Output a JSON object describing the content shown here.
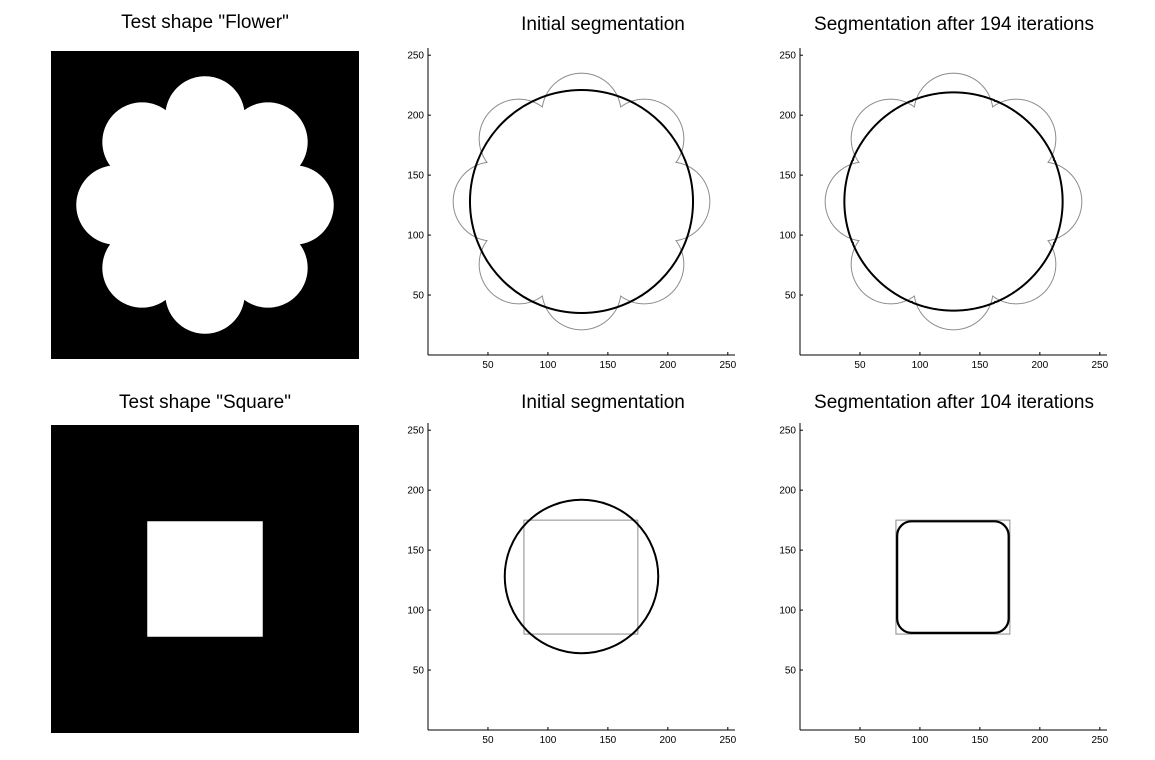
{
  "chart_data": [
    {
      "type": "image",
      "title": "Test shape \"Flower\"",
      "shape": "flower",
      "image_size": [
        256,
        256
      ],
      "center": [
        128,
        128
      ],
      "petal_count": 8,
      "petal_radius": 33,
      "petal_center_distance": 74
    },
    {
      "type": "contour",
      "title": "Initial segmentation",
      "xlim": [
        0,
        256
      ],
      "ylim": [
        0,
        256
      ],
      "xticks": [
        50,
        100,
        150,
        200,
        250
      ],
      "yticks": [
        50,
        100,
        150,
        200,
        250
      ],
      "target": {
        "shape": "flower",
        "center": [
          128,
          128
        ],
        "petal_count": 8,
        "petal_radius": 33,
        "petal_center_distance": 74
      },
      "contour": {
        "shape": "circle",
        "center": [
          128,
          128
        ],
        "radius": 93
      }
    },
    {
      "type": "contour",
      "title": "Segmentation after 194 iterations",
      "xlim": [
        0,
        256
      ],
      "ylim": [
        0,
        256
      ],
      "xticks": [
        50,
        100,
        150,
        200,
        250
      ],
      "yticks": [
        50,
        100,
        150,
        200,
        250
      ],
      "target": {
        "shape": "flower",
        "center": [
          128,
          128
        ],
        "petal_count": 8,
        "petal_radius": 33,
        "petal_center_distance": 74
      },
      "contour": {
        "shape": "flower-envelope",
        "center": [
          128,
          128
        ],
        "petal_count": 8,
        "petal_radius": 36,
        "petal_center_distance": 74,
        "outer_radius": 91
      }
    },
    {
      "type": "image",
      "title": "Test shape \"Square\"",
      "shape": "square",
      "image_size": [
        256,
        256
      ],
      "square": {
        "x0": 80,
        "x1": 176,
        "y0": 80,
        "y1": 176
      }
    },
    {
      "type": "contour",
      "title": "Initial segmentation",
      "xlim": [
        0,
        256
      ],
      "ylim": [
        0,
        256
      ],
      "xticks": [
        50,
        100,
        150,
        200,
        250
      ],
      "yticks": [
        50,
        100,
        150,
        200,
        250
      ],
      "target": {
        "shape": "square",
        "x0": 80,
        "x1": 175,
        "y0": 80,
        "y1": 175
      },
      "contour": {
        "shape": "circle",
        "center": [
          128,
          128
        ],
        "radius": 64
      }
    },
    {
      "type": "contour",
      "title": "Segmentation after 104 iterations",
      "xlim": [
        0,
        256
      ],
      "ylim": [
        0,
        256
      ],
      "xticks": [
        50,
        100,
        150,
        200,
        250
      ],
      "yticks": [
        50,
        100,
        150,
        200,
        250
      ],
      "target": {
        "shape": "square",
        "x0": 80,
        "x1": 175,
        "y0": 80,
        "y1": 175
      },
      "contour": {
        "shape": "rounded-square",
        "x0": 81,
        "x1": 174,
        "y0": 81,
        "y1": 174,
        "corner_radius": 12
      }
    }
  ]
}
